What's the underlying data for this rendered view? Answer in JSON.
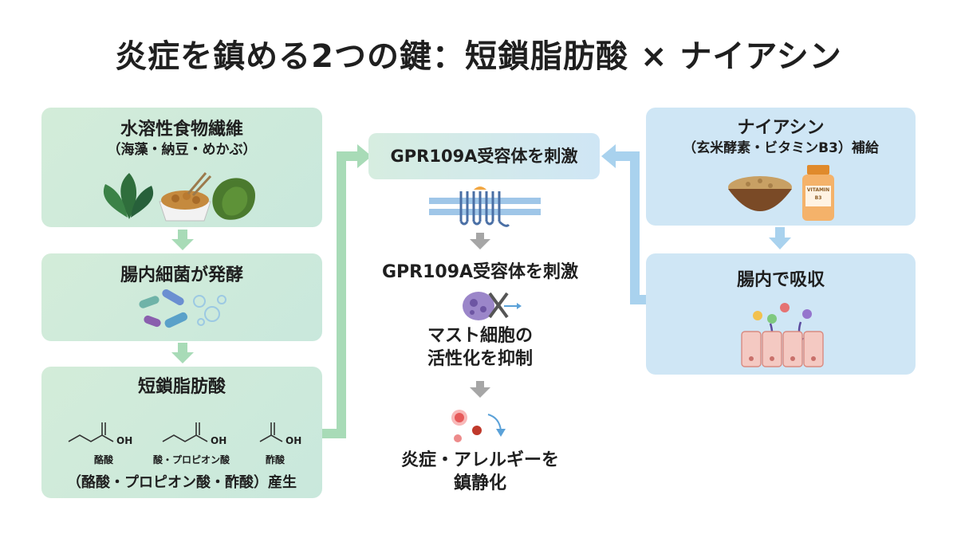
{
  "title": "炎症を鎮める2つの鍵：短鎖脂肪酸 × ナイアシン",
  "left": {
    "fiber": {
      "title": "水溶性食物繊維",
      "sub": "（海藻・納豆・めかぶ）"
    },
    "bacteria": {
      "title": "腸内細菌が発酵"
    },
    "scfa": {
      "title": "短鎖脂肪酸",
      "molecules": [
        {
          "oh": "OH",
          "label": "酪酸"
        },
        {
          "oh": "OH",
          "label": "酸・プロピオン酸"
        },
        {
          "oh": "OH",
          "label": "酢酸"
        }
      ],
      "footer": "（酪酸・プロピオン酸・酢酸）産生"
    }
  },
  "center": {
    "top_box": "GPR109A受容体を刺激",
    "step1": "GPR109A受容体を刺激",
    "step2": [
      "マスト細胞の",
      "活性化を抑制"
    ],
    "step3": [
      "炎症・アレルギーを",
      "鎮静化"
    ]
  },
  "right": {
    "niacin": {
      "title": "ナイアシン",
      "sub": "（玄米酵素・ビタミンB3）補給",
      "bottle_label": [
        "VITAMIN",
        "B3"
      ]
    },
    "absorb": {
      "title": "腸内で吸収"
    }
  },
  "colors": {
    "green_arrow": "#a8dbb7",
    "blue_arrow": "#a9d2ee",
    "gray_arrow": "#a6a6a6"
  }
}
